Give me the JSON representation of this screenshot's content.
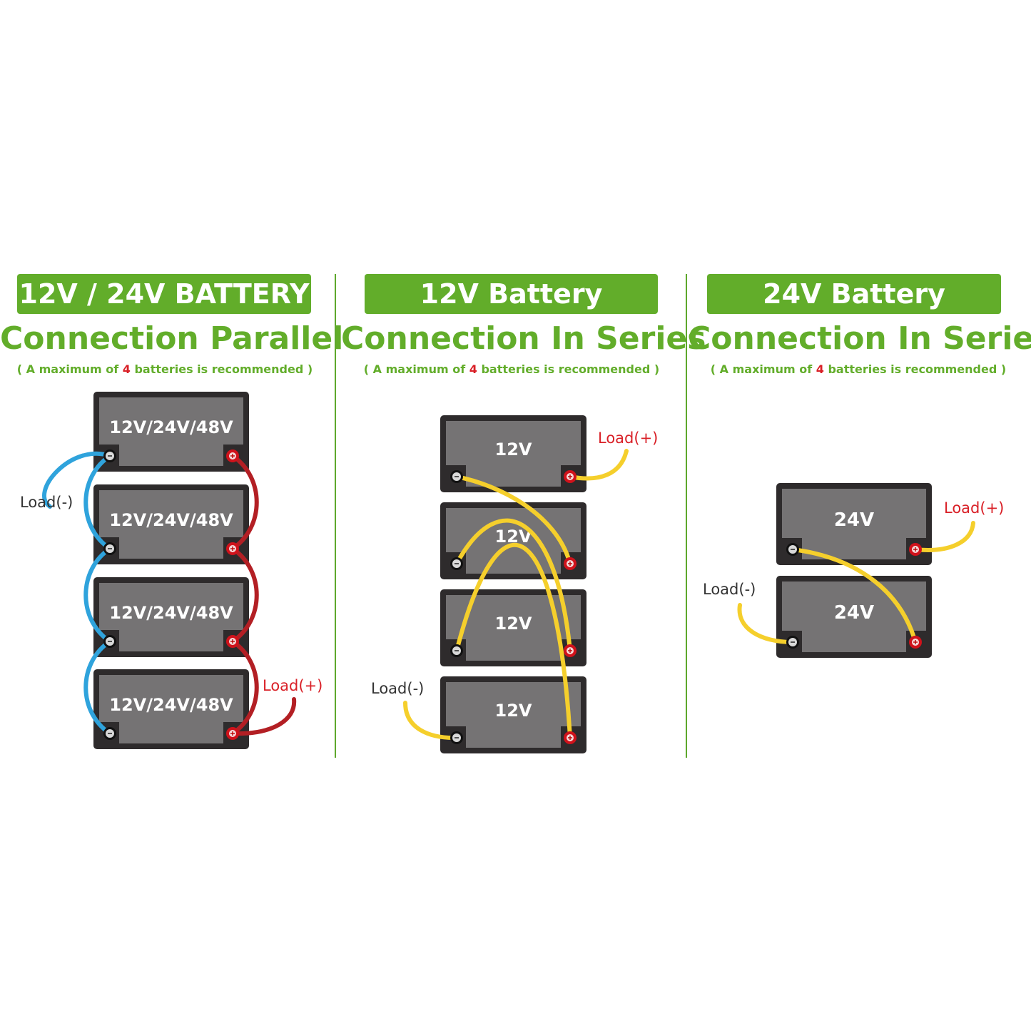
{
  "panels": [
    {
      "banner": "12V / 24V BATTERY",
      "heading": "Connection Parallel",
      "note": {
        "prefix": "( A maximum of ",
        "number": "4",
        "suffix": " batteries is recommended )"
      },
      "battery_label": "12V/24V/48V",
      "load_minus": "Load(-)",
      "load_plus": "Load(+)"
    },
    {
      "banner": "12V Battery",
      "heading": "Connection In Series",
      "note": {
        "prefix": "( A maximum of ",
        "number": "4",
        "suffix": " batteries is recommended )"
      },
      "battery_label": "12V",
      "load_minus": "Load(-)",
      "load_plus": "Load(+)"
    },
    {
      "banner": "24V Battery",
      "heading": "Connection In Series",
      "note": {
        "prefix": "( A maximum of ",
        "number": "4",
        "suffix": " batteries is recommended )"
      },
      "battery_label": "24V",
      "load_minus": "Load(-)",
      "load_plus": "Load(+)"
    }
  ],
  "colors": {
    "brand_green": "#62ad2a",
    "highlight_red": "#d92027",
    "battery_body": "#2e2b2c",
    "battery_face": "#757374",
    "negative_wire_parallel": "#2fa3dc",
    "positive_wire_parallel": "#b31f24",
    "series_wire": "#f5cf2c"
  }
}
